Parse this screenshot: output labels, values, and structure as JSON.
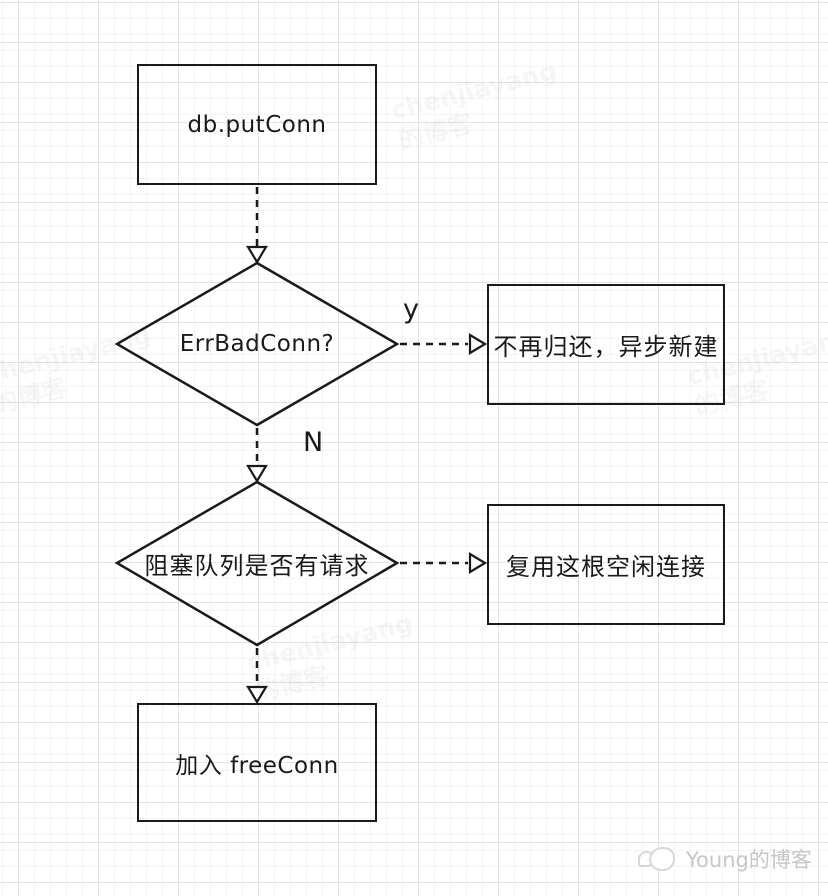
{
  "diagram": {
    "nodes": {
      "start": "db.putConn",
      "decision_err": "ErrBadConn?",
      "branch_err_yes": "不再归还，异步新建",
      "decision_queue": "阻塞队列是否有请求",
      "branch_queue_yes": "复用这根空闲连接",
      "end": "加入 freeConn"
    },
    "edge_labels": {
      "yes": "y",
      "no": "N"
    }
  },
  "watermark": {
    "site": "Young的博客"
  },
  "background_watermark": {
    "line1": "chenjiayang",
    "line2": "的博客"
  },
  "colors": {
    "stroke": "#1a1a1a",
    "grid_major": "#e3e3e3",
    "grid_minor": "#f4f4f4",
    "watermark_gray": "#c6c6c6"
  }
}
